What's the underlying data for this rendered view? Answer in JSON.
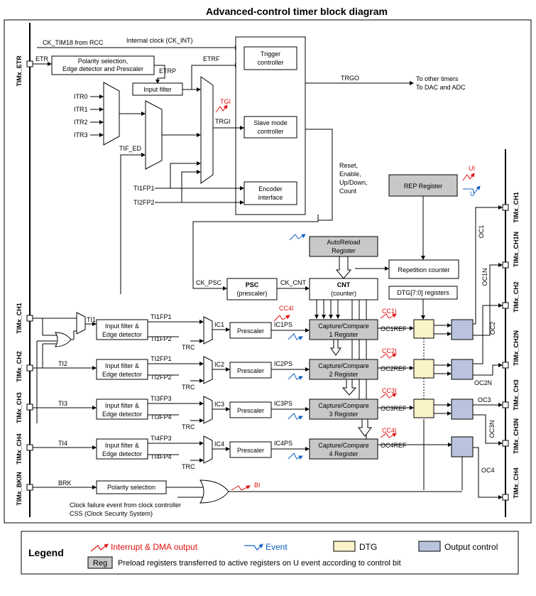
{
  "title": "Advanced-control timer block diagram",
  "inputs": {
    "ck_tim18": "CK_TIM18 from RCC",
    "internal_clock": "Internal clock (CK_INT)",
    "etr": "ETR",
    "etrp": "ETRP",
    "etrf": "ETRF",
    "itr0": "ITR0",
    "itr1": "ITR1",
    "itr2": "ITR2",
    "itr3": "ITR3",
    "tif_ed": "TIF_ED",
    "tgi": "TGI",
    "trgi": "TRGI",
    "trgo": "TRGO",
    "ti1fp1": "TI1FP1",
    "ti2fp2": "TI2FP2",
    "reset_lines": [
      "Reset,",
      "Enable,",
      "Up/Down,",
      "Count"
    ],
    "other_timers": [
      "To other timers",
      "To DAC and ADC"
    ],
    "ui": "UI",
    "u": "U"
  },
  "pins": {
    "etr": "TIMx_ETR",
    "ch1": "TIMx_CH1",
    "ch2": "TIMx_CH2",
    "ch3": "TIMx_CH3",
    "ch4": "TIMx_CH4",
    "bkin": "TIMx_BKIN",
    "out_ch1": "TIMx_CH1",
    "out_ch1n": "TIMx_CH1N",
    "out_ch2": "TIMx_CH2",
    "out_ch2n": "TIMx_CH2N",
    "out_ch3": "TIMx_CH3",
    "out_ch3n": "TIMx_CH3N",
    "out_ch4": "TIMx_CH4"
  },
  "blocks": {
    "polarity_etr": [
      "Polarity selection,",
      "Edge detector and Prescaler"
    ],
    "input_filter": "Input filter",
    "trigger_controller": [
      "Trigger",
      "controller"
    ],
    "slave_mode": [
      "Slave mode",
      "controller"
    ],
    "encoder": [
      "Encoder",
      "interface"
    ],
    "rep_register": "REP Register",
    "autoreload": [
      "AutoReload",
      "Register"
    ],
    "repetition_counter": "Repetition counter",
    "psc": "PSC",
    "psc_sub": "(prescaler)",
    "cnt": "CNT",
    "cnt_sub": "(counter)",
    "ck_psc": "CK_PSC",
    "ck_cnt": "CK_CNT",
    "dtg_registers": "DTG[7:0] registers",
    "input_filter_edge": [
      "Input filter &",
      "Edge detector"
    ],
    "prescaler": "Prescaler",
    "polarity_selection": "Polarity selection",
    "brk": "BRK",
    "bi": "BI",
    "clock_failure": [
      "Clock failure event from clock controller",
      "CSS (Clock Security System)"
    ]
  },
  "channels": [
    {
      "ti": "TI1",
      "fp_a": "TI1FP1",
      "fp_b": "TI1FP2",
      "ic": "IC1",
      "icps": "IC1PS",
      "cc": [
        "Capture/Compare",
        "1 Register"
      ],
      "ccint": "CC1I",
      "ocref": "OC1REF",
      "trc": "TRC"
    },
    {
      "ti": "TI2",
      "fp_a": "TI2FP1",
      "fp_b": "TI2FP2",
      "ic": "IC2",
      "icps": "IC2PS",
      "cc": [
        "Capture/Compare",
        "2 Register"
      ],
      "ccint": "CC2I",
      "ocref": "OC2REF",
      "trc": "TRC"
    },
    {
      "ti": "TI3",
      "fp_a": "TI3FP3",
      "fp_b": "TI3FP4",
      "ic": "IC3",
      "icps": "IC3PS",
      "cc": [
        "Capture/Compare",
        "3 Register"
      ],
      "ccint": "CC3I",
      "ocref": "OC3REF",
      "trc": "TRC"
    },
    {
      "ti": "TI4",
      "fp_a": "TI4FP3",
      "fp_b": "TI4FP4",
      "ic": "IC4",
      "icps": "IC4PS",
      "cc": [
        "Capture/Compare",
        "4 Register"
      ],
      "ccint": "CC4I",
      "ocref": "OC4REF",
      "trc": "TRC"
    }
  ],
  "top_ccint": "CC4I",
  "outputs": {
    "oc1": "OC1",
    "oc1n": "OC1N",
    "oc2": "OC2",
    "oc2n": "OC2N",
    "oc3": "OC3",
    "oc3n": "OC3N",
    "oc4": "OC4"
  },
  "legend": {
    "title": "Legend",
    "interrupt": "Interrupt & DMA output",
    "event": "Event",
    "dtg": "DTG",
    "output_control": "Output control",
    "reg": "Reg",
    "preload": "Preload registers transferred to active registers on U event according to control bit"
  },
  "colors": {
    "interrupt": "#e01010",
    "event": "#1060c0",
    "dtg": "#fbf3c8",
    "output_control": "#b9c3dd",
    "preload_reg": "#c8c8c8"
  }
}
